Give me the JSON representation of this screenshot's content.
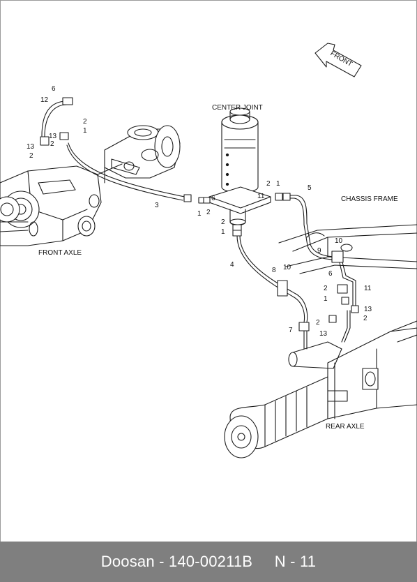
{
  "diagram": {
    "labels": {
      "center_joint": "CENTER JOINT",
      "front_axle": "FRONT AXLE",
      "rear_axle": "REAR AXLE",
      "chassis_frame": "CHASSIS FRAME",
      "front_arrow": "FRONT"
    },
    "callouts": [
      "6",
      "12",
      "2",
      "1",
      "13",
      "2",
      "13",
      "2",
      "3",
      "6",
      "2",
      "1",
      "2",
      "1",
      "11",
      "5",
      "2",
      "1",
      "4",
      "8",
      "10",
      "9",
      "10",
      "6",
      "2",
      "11",
      "1",
      "13",
      "2",
      "7",
      "13",
      "2"
    ]
  },
  "footer": {
    "part_number": "Doosan - 140-00211B",
    "page_ref": "N - 11"
  }
}
